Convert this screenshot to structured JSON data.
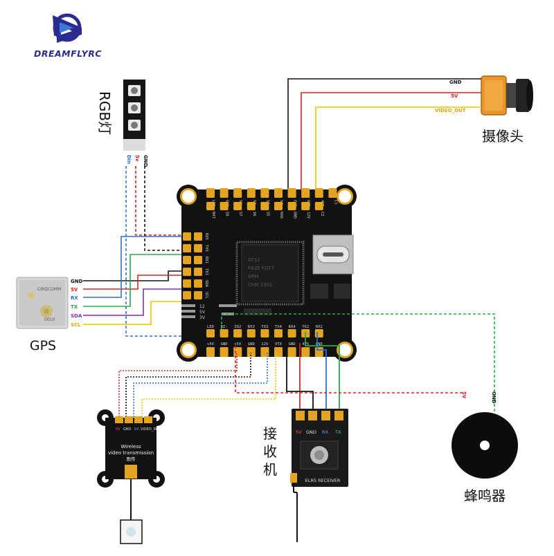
{
  "brand": {
    "name": "DREAMFLYRC"
  },
  "colors": {
    "gnd": "#111111",
    "v5": "#e02020",
    "signal_yellow": "#f2c200",
    "rx": "#2b6fd6",
    "tx": "#2aa84a",
    "sda": "#7a2ec9",
    "buzzer_gnd": "#1bb33a"
  },
  "camera": {
    "title": "摄像头",
    "pins": [
      "GND",
      "5V",
      "VIDEO_OUT"
    ]
  },
  "rgb": {
    "title": "RGB灯",
    "pins": [
      "Din",
      "5v",
      "GND"
    ]
  },
  "gps": {
    "title": "GPS",
    "module_brand": "CIRQCOMM",
    "module_code": "0010",
    "pins": [
      "GND",
      "5V",
      "RX",
      "TX",
      "SDA",
      "SCL"
    ]
  },
  "vtx": {
    "line1": "Wireless",
    "line2": "video transmission",
    "line3": "图传",
    "pins": [
      "GND",
      "5V",
      "RX",
      "VIDEO_IN"
    ]
  },
  "receiver": {
    "title": "接收机",
    "label": "ELRS RECEIVER",
    "pins": [
      "5V",
      "GND",
      "RX",
      "TX"
    ]
  },
  "buzzer": {
    "title": "蜂鸣器",
    "pins": [
      "5V",
      "GND"
    ]
  },
  "fc": {
    "top_pads_upper": [
      "LED",
      "GND",
      "S1",
      "S2",
      "S3",
      "S4",
      "CUR",
      "GND",
      "4V5",
      "C1"
    ],
    "top_pads_lower": [
      "BAT",
      "S8",
      "S7",
      "S6",
      "S5",
      "RX6",
      "GND",
      "12V",
      "C2"
    ],
    "left_pads": [
      "RX5",
      "TX5",
      "RX1",
      "TX1",
      "SDA",
      "SCL"
    ],
    "left_small": [
      "12",
      "5V",
      "3V"
    ],
    "bottom_pads_upper": [
      "LED",
      "BZ-",
      "IO2",
      "RX3",
      "TX3",
      "TX4",
      "RX4",
      "TX2",
      "RX2"
    ],
    "bottom_pads_lower": [
      "+5V",
      "GND",
      "+5V",
      "GND",
      "12V",
      "VTX",
      "GND",
      "4V5",
      "GND"
    ],
    "chip_lines": [
      "AT32",
      "F435 RGT7",
      "ARM",
      "CHN 2302"
    ]
  }
}
